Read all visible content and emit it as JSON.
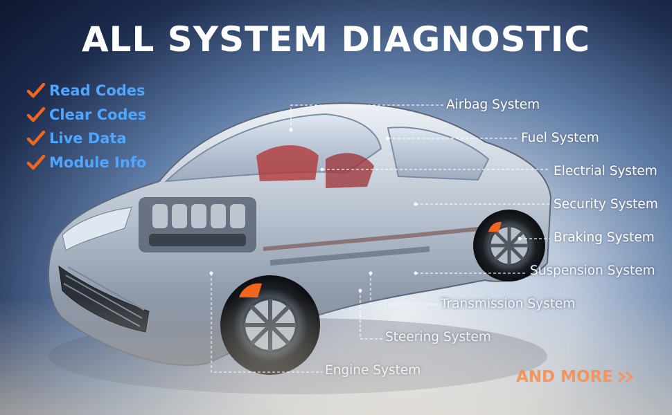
{
  "title": "ALL SYSTEM DIAGNOSTIC",
  "features": [
    "Read Codes",
    "Clear Codes",
    "Live Data",
    "Module Info"
  ],
  "systems": {
    "airbag": "Airbag System",
    "fuel": "Fuel System",
    "electrical": "Electrial System",
    "security": "Security System",
    "braking": "Braking System",
    "suspension": "Suspension System",
    "transmission": "Transmission System",
    "steering": "Steering System",
    "engine": "Engine System"
  },
  "more": "AND MORE",
  "colors": {
    "accent_orange": "#f0661e",
    "feature_blue": "#4fa6ff",
    "title_white": "#ffffff"
  },
  "icons": {
    "feature_mark": "check-icon",
    "more_arrow": "double-chevron-icon"
  }
}
